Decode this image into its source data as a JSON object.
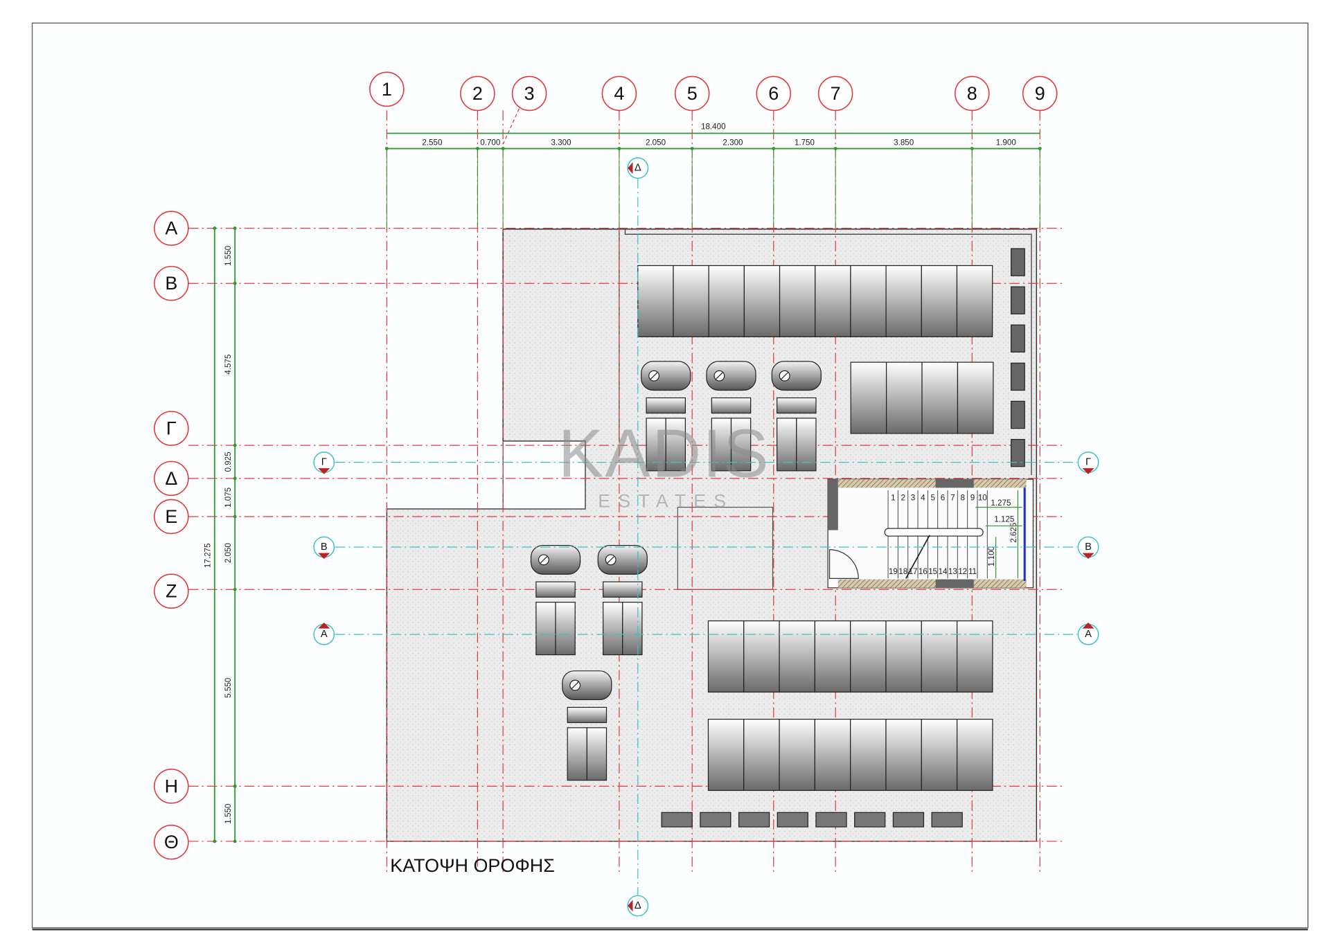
{
  "drawing": {
    "title": "ΚΑΤΟΨΗ ΟΡΟΦΗΣ",
    "watermark": {
      "brand": "KADIS",
      "sub": "ESTATES"
    },
    "columns": [
      "1",
      "2",
      "3",
      "4",
      "5",
      "6",
      "7",
      "8",
      "9"
    ],
    "rows": [
      "A",
      "B",
      "Γ",
      "Δ",
      "E",
      "Z",
      "H",
      "Θ"
    ],
    "horizontal_dimensions": {
      "total": "18.400",
      "segments": [
        "2.550",
        "0.700",
        "3.300",
        "2.050",
        "2.300",
        "1.750",
        "3.850",
        "1.900"
      ]
    },
    "vertical_dimensions": {
      "total": "17.275",
      "segments": [
        "1.550",
        "4.575",
        "0.925",
        "1.075",
        "2.050",
        "5.550",
        "1.550"
      ]
    },
    "section_markers": {
      "delta_top": "Δ",
      "delta_bottom": "Δ",
      "gamma_left": "Γ",
      "gamma_right": "Γ",
      "beta_left": "B",
      "beta_right": "B",
      "alpha_left": "A",
      "alpha_right": "A"
    },
    "stair": {
      "upper_steps": [
        "1",
        "2",
        "3",
        "4",
        "5",
        "6",
        "7",
        "8",
        "9",
        "10"
      ],
      "lower_steps": [
        "19",
        "18",
        "17",
        "16",
        "15",
        "14",
        "13",
        "12",
        "11"
      ],
      "dims": [
        "1.275",
        "1.125",
        "2.625",
        "1.100"
      ]
    }
  },
  "colors": {
    "grid": "#e03a3a",
    "dim": "#2f9a2f",
    "section": "#3cc0c8",
    "wall": "#555555"
  }
}
